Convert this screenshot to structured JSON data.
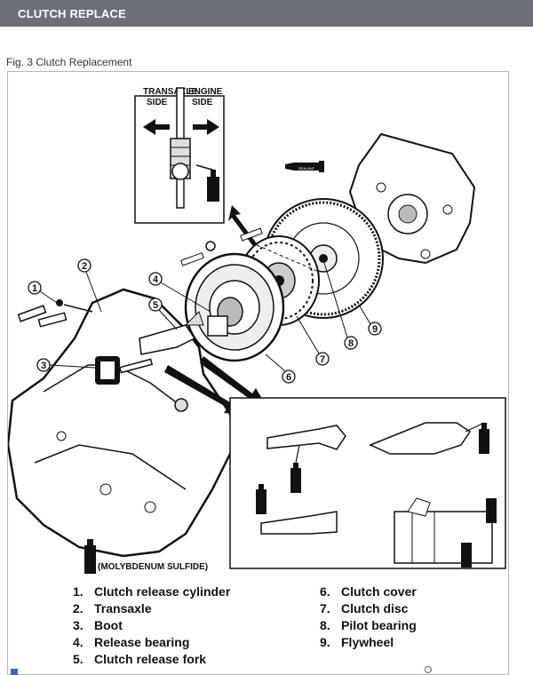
{
  "header": {
    "title": "CLUTCH REPLACE"
  },
  "figure": {
    "caption": "Fig. 3 Clutch Replacement",
    "side_labels": {
      "transaxle": [
        "TRANSAXLE",
        "SIDE"
      ],
      "engine": [
        "ENGINE",
        "SIDE"
      ]
    },
    "sealant_label": "SEALANT",
    "lubricant_note": "(MOLYBDENUM SULFIDE)",
    "callouts": [
      "1",
      "2",
      "3",
      "4",
      "5",
      "6",
      "7",
      "8",
      "9"
    ]
  },
  "legend": {
    "left": [
      {
        "num": "1.",
        "label": "Clutch release cylinder"
      },
      {
        "num": "2.",
        "label": "Transaxle"
      },
      {
        "num": "3.",
        "label": "Boot"
      },
      {
        "num": "4.",
        "label": "Release bearing"
      },
      {
        "num": "5.",
        "label": "Clutch release fork"
      }
    ],
    "right": [
      {
        "num": "6.",
        "label": "Clutch cover"
      },
      {
        "num": "7.",
        "label": "Clutch disc"
      },
      {
        "num": "8.",
        "label": "Pilot bearing"
      },
      {
        "num": "9.",
        "label": "Flywheel"
      }
    ]
  },
  "colors": {
    "header_bg": "#6b7078",
    "link": "#3a68b8"
  }
}
